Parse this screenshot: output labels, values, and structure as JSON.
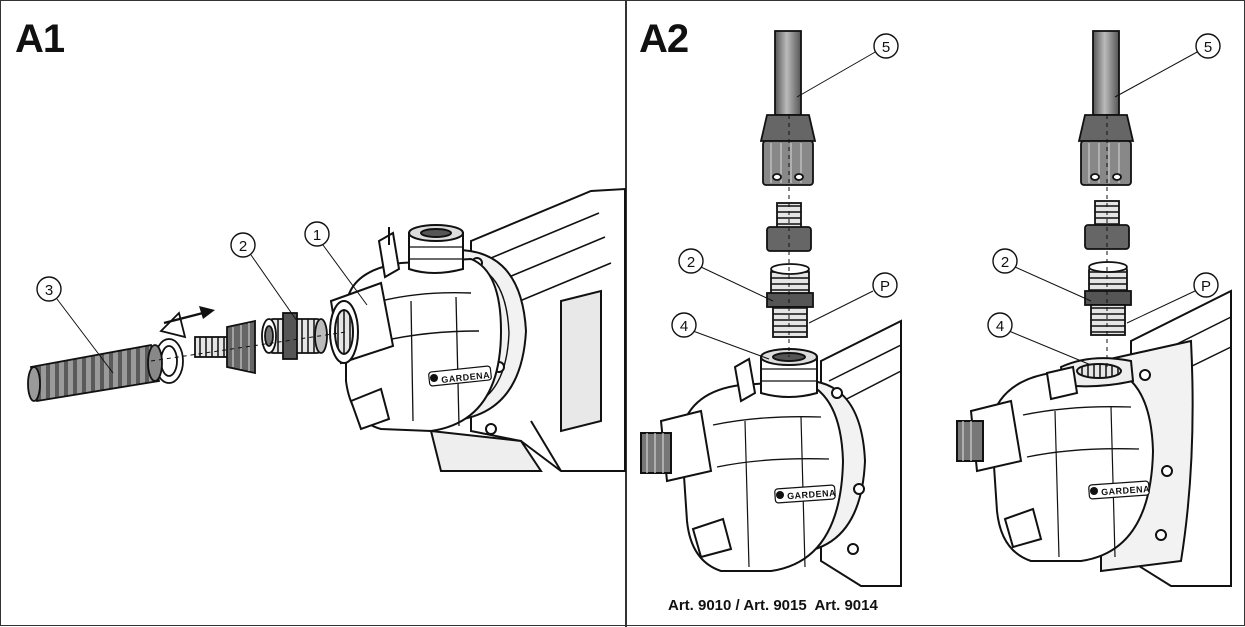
{
  "panels": {
    "a1": {
      "title": "A1"
    },
    "a2": {
      "title": "A2"
    }
  },
  "callouts": {
    "pump": "1",
    "adapter": "2",
    "hose": "3",
    "outlet": "4",
    "pressure_hose": "5",
    "seal": "P"
  },
  "brand": "GARDENA",
  "article_label": "Art. 9010 / Art. 9015  Art. 9014",
  "colors": {
    "ink": "#111111",
    "body": "#ffffff",
    "shade": "#6b6b6b",
    "hose": "#8a8a8a"
  }
}
